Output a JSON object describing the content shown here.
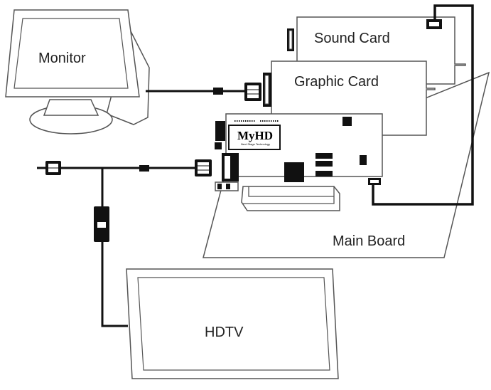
{
  "labels": {
    "monitor": "Monitor",
    "sound_card": "Sound Card",
    "graphic_card": "Graphic Card",
    "main_board": "Main Board",
    "hdtv": "HDTV",
    "myhd_logo": "MyHD",
    "myhd_tagline": "Next Stage Technology"
  },
  "colors": {
    "outline": "#555555",
    "cable": "#111111",
    "background": "#ffffff"
  }
}
